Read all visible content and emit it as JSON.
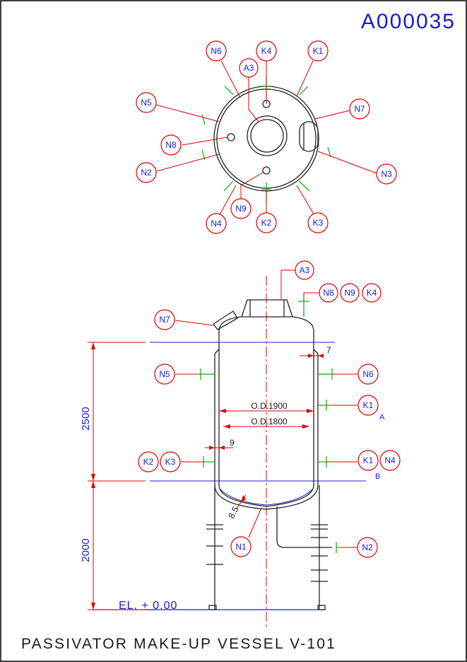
{
  "drawing_number": "A000035",
  "title": "PASSIVATOR MAKE-UP VESSEL V-101",
  "elevation_label": "EL. + 0.00",
  "dimensions": {
    "shell_height": "2500",
    "leg_height": "2000",
    "od_outer": "O.D.1900",
    "od_inner": "O.D.1800",
    "shell_thickness": "9",
    "offset": "7",
    "head_thickness": "8.5"
  },
  "section_labels": {
    "a": "A",
    "b": "B"
  },
  "plan_view_tags": {
    "n6": "N6",
    "k4": "K4",
    "k1": "K1",
    "a3": "A3",
    "n5": "N5",
    "n7": "N7",
    "n8": "N8",
    "n2": "N2",
    "n3": "N3",
    "n9": "N9",
    "n4": "N4",
    "k2": "K2",
    "k3": "K3"
  },
  "elevation_view_tags": {
    "a3": "A3",
    "n8": "N8",
    "n9": "N9",
    "k4": "K4",
    "n7": "N7",
    "n5": "N5",
    "n6": "N6",
    "k1": "K1",
    "k2": "K2",
    "k3": "K3",
    "k1b": "K1",
    "n4": "N4",
    "n1": "N1",
    "n2": "N2"
  },
  "colors": {
    "border": "#000000",
    "text_blue": "#1b1bd0",
    "leader_red": "#e00000",
    "nozzle_green": "#00b000",
    "outline_black": "#222222"
  }
}
